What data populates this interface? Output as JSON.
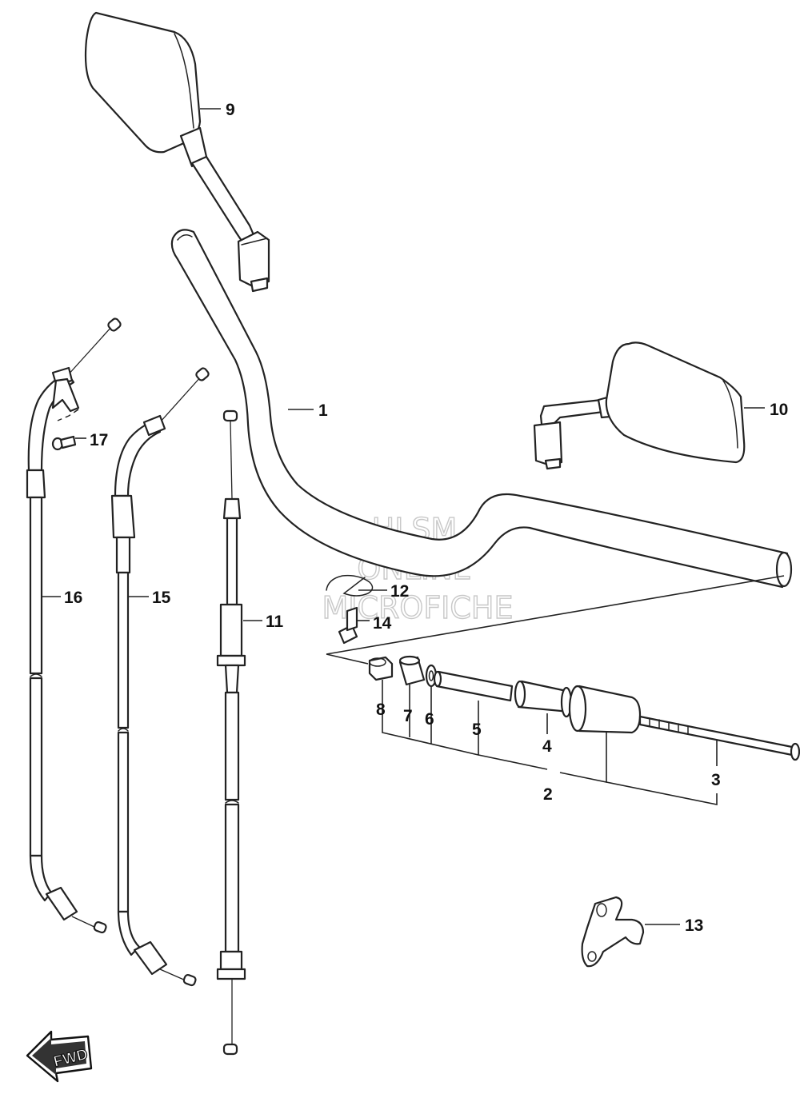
{
  "callouts": {
    "c1": "1",
    "c2": "2",
    "c3": "3",
    "c4": "4",
    "c5": "5",
    "c6": "6",
    "c7": "7",
    "c8": "8",
    "c9": "9",
    "c10": "10",
    "c11": "11",
    "c12": "12",
    "c13": "13",
    "c14": "14",
    "c15": "15",
    "c16": "16",
    "c17": "17"
  },
  "watermark": {
    "line1": "HLSM",
    "line2": "ONLINE",
    "line3": "MICROFICHE"
  },
  "fwd_label": "FWD",
  "colors": {
    "line": "#222222",
    "watermark": "#c8c8c8",
    "background": "#ffffff"
  }
}
